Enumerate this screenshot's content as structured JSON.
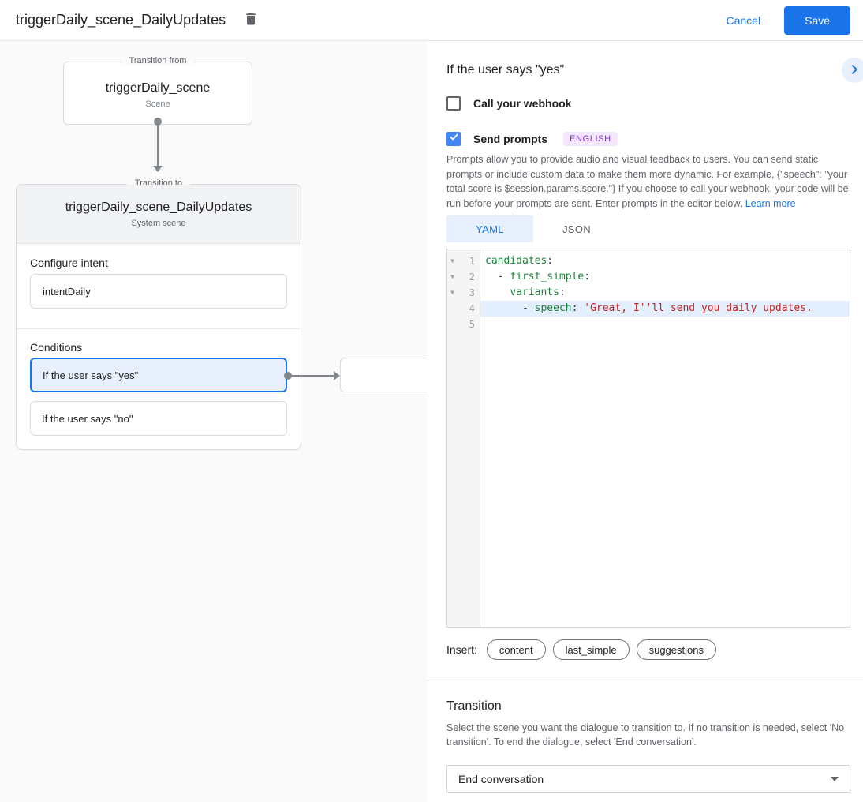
{
  "header": {
    "title": "triggerDaily_scene_DailyUpdates",
    "cancel_label": "Cancel",
    "save_label": "Save"
  },
  "flow": {
    "from_box": {
      "legend": "Transition from",
      "title": "triggerDaily_scene",
      "subtitle": "Scene"
    },
    "to_box": {
      "legend": "Transition to",
      "title": "triggerDaily_scene_DailyUpdates",
      "subtitle": "System scene",
      "intent_label": "Configure intent",
      "intent_value": "intentDaily",
      "conditions_label": "Conditions",
      "conditions": [
        {
          "label": "If the user says \"yes\"",
          "selected": true
        },
        {
          "label": "If the user says \"no\"",
          "selected": false
        }
      ]
    }
  },
  "panel": {
    "heading": "If the user says \"yes\"",
    "webhook_label": "Call your webhook",
    "prompts_label": "Send prompts",
    "language_badge": "ENGLISH",
    "description": "Prompts allow you to provide audio and visual feedback to users. You can send static prompts or include custom data to make them more dynamic. For example, {\"speech\": \"your total score is $session.params.score.\"} If you choose to call your webhook, your code will be run before your prompts are sent. Enter prompts in the editor below.",
    "learn_more": "Learn more",
    "tabs": [
      {
        "label": "YAML",
        "active": true
      },
      {
        "label": "JSON",
        "active": false
      }
    ],
    "editor": {
      "line_numbers": [
        "1",
        "2",
        "3",
        "4",
        "5"
      ],
      "lines": [
        {
          "segments": [
            {
              "text": "candidates",
              "type": "key"
            },
            {
              "text": ":",
              "type": "punct"
            }
          ]
        },
        {
          "segments": [
            {
              "text": "  - ",
              "type": "punct"
            },
            {
              "text": "first_simple",
              "type": "key"
            },
            {
              "text": ":",
              "type": "punct"
            }
          ]
        },
        {
          "segments": [
            {
              "text": "    ",
              "type": "punct"
            },
            {
              "text": "variants",
              "type": "key"
            },
            {
              "text": ":",
              "type": "punct"
            }
          ]
        },
        {
          "segments": [
            {
              "text": "      - ",
              "type": "punct"
            },
            {
              "text": "speech",
              "type": "key"
            },
            {
              "text": ": ",
              "type": "punct"
            },
            {
              "text": "'Great, I''ll send you daily updates.",
              "type": "string"
            }
          ],
          "highlighted": true
        },
        {
          "segments": []
        }
      ]
    },
    "insert_label": "Insert:",
    "insert_chips": [
      {
        "label": "content"
      },
      {
        "label": "last_simple"
      },
      {
        "label": "suggestions"
      }
    ],
    "transition": {
      "heading": "Transition",
      "description": "Select the scene you want the dialogue to transition to. If no transition is needed, select 'No transition'. To end the dialogue, select 'End conversation'.",
      "selected_value": "End conversation"
    }
  },
  "colors": {
    "accent_blue": "#1a73e8",
    "selection_bg": "#e8f0fe",
    "checkbox_checked": "#4285f4",
    "yaml_key_green": "#188038",
    "yaml_string_red": "#c5221f",
    "badge_bg": "#f3e8fd",
    "badge_text": "#8430ce",
    "connector_gray": "#80868b"
  }
}
